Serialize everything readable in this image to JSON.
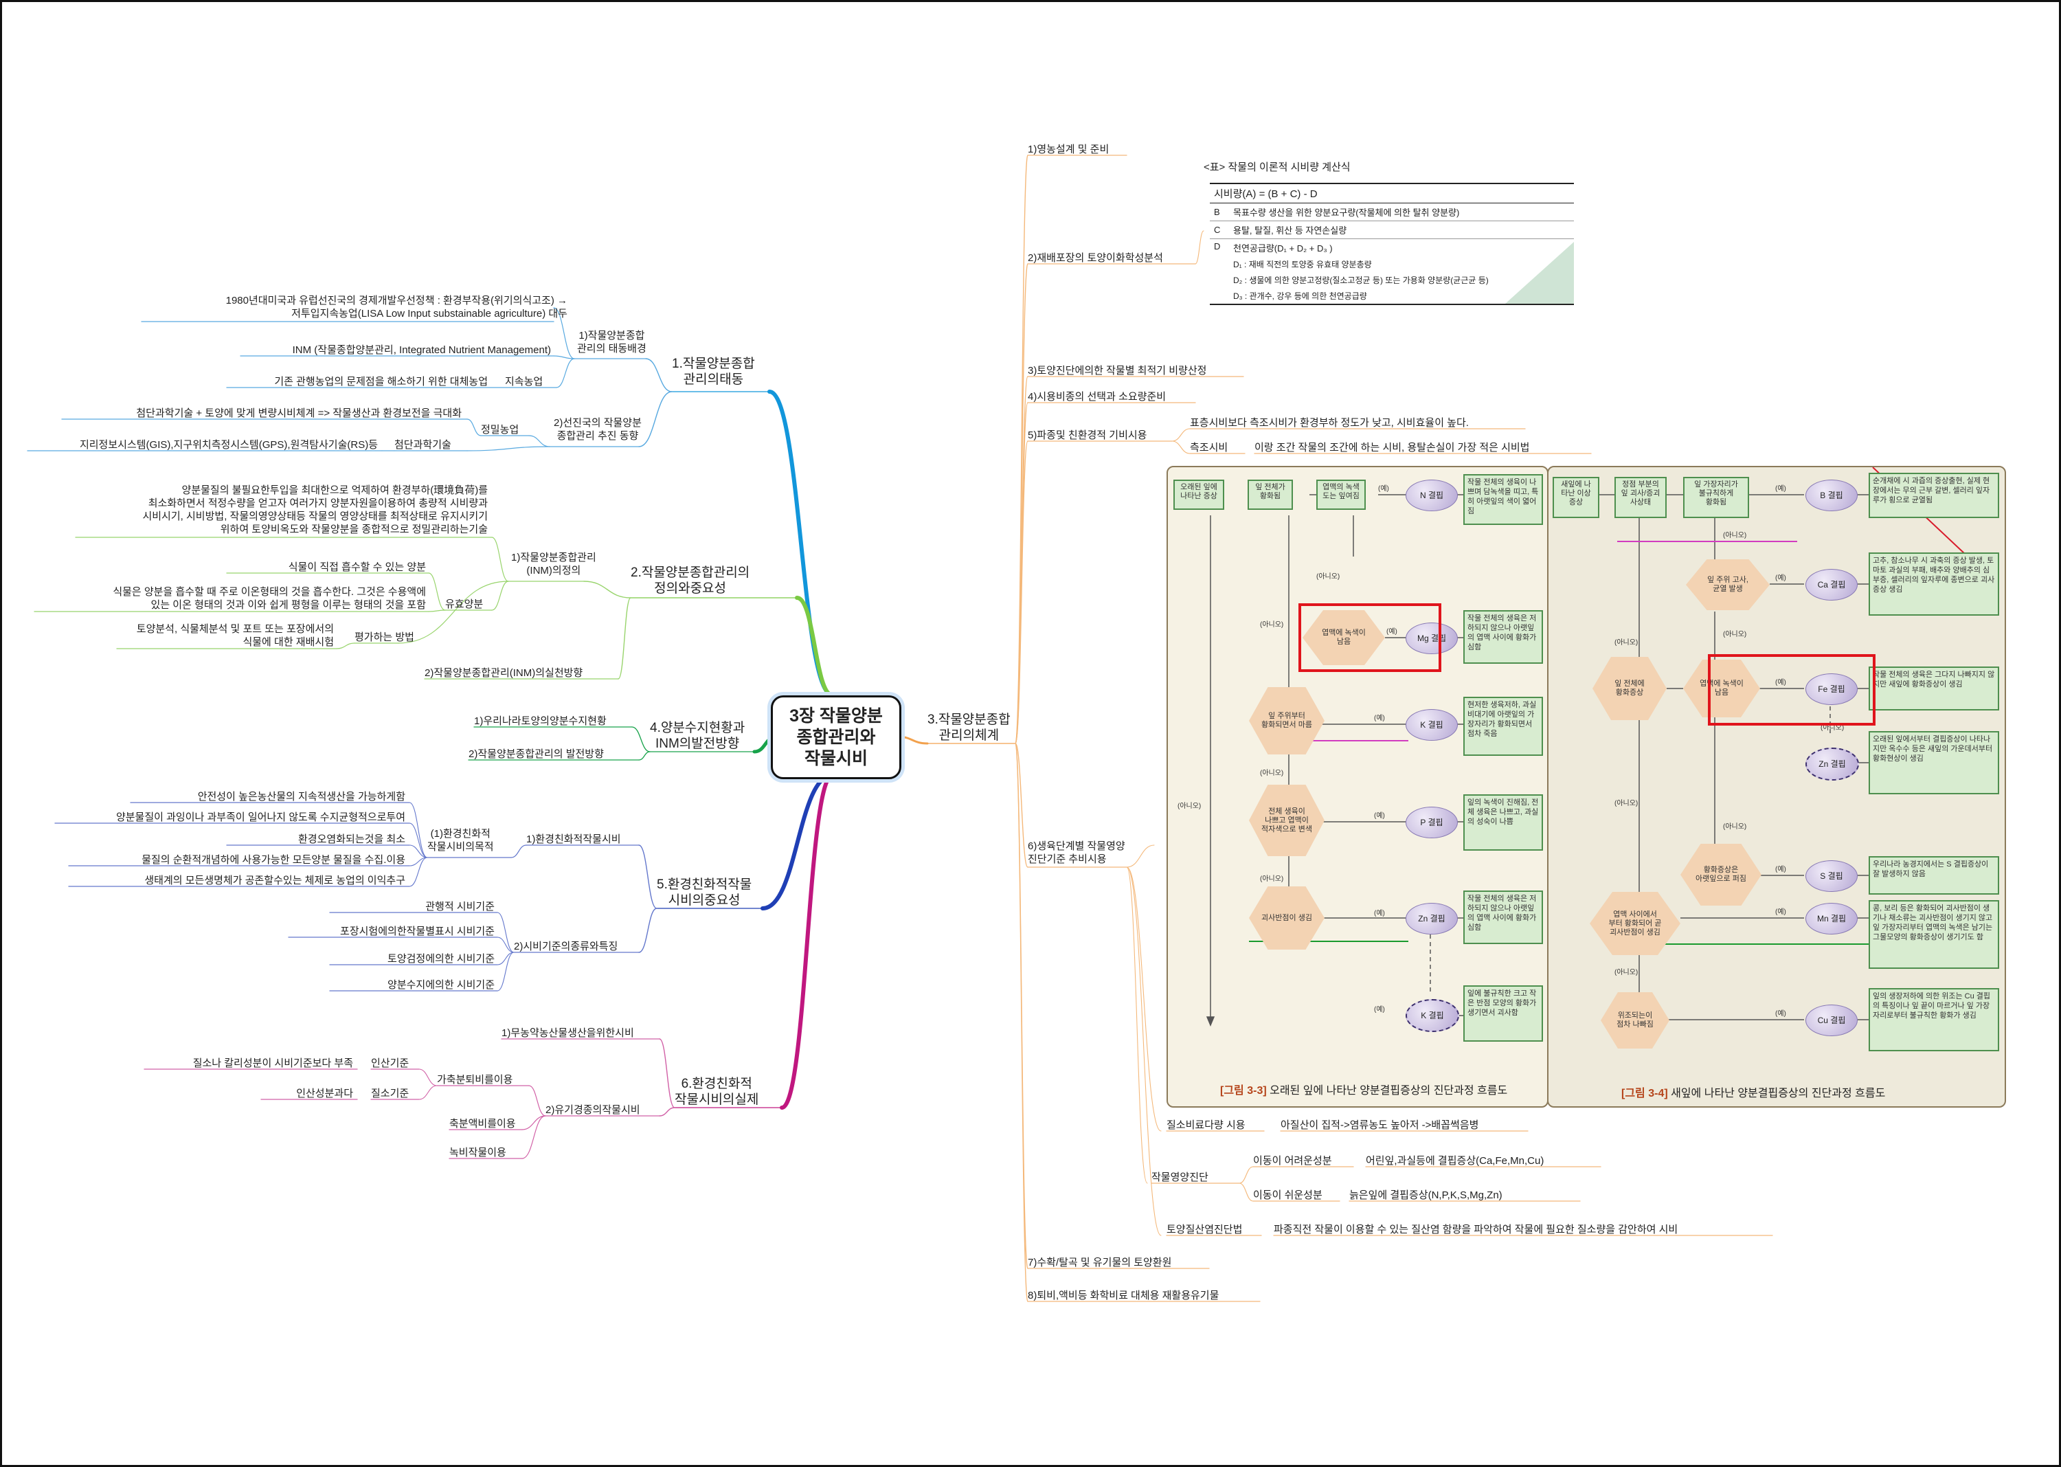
{
  "root": "3장 작물양분\n종합관리와\n작물시비",
  "left": {
    "b1": {
      "label": "1.작물양분종합\n관리의태동",
      "s1": "1)작물양분종합\n관리의 태동배경",
      "s1_items": [
        "1980년대미국과 유럽선진국의 경제개발우선정책 : 환경부작용(위기의식고조) →\n저투입지속농업(LISA Low Input substainable agriculture) 대두",
        "INM (작물종합양분관리, Integrated Nutrient Management)",
        "기존 관행농업의 문제점을 해소하기 위한 대체농업",
        "지속농업"
      ],
      "s2": "2)선진국의 작물양분\n종합관리 추진 동향",
      "s2a": "정밀농업",
      "s2a_item": "첨단과학기술 + 토양에 맞게 변량시비체계 => 작물생산과 환경보전을 극대화",
      "s2b": "첨단과학기술",
      "s2b_item": "지리정보시스템(GIS),지구위치측정시스템(GPS),원격탐사기술(RS)등"
    },
    "b2": {
      "label": "2.작물양분종합관리의\n정의와중요성",
      "s1": "1)작물양분종합관리\n(INM)의정의",
      "s1_item": "양분물질의 불필요한투입을 최대한으로 억제하여 환경부하(環境負荷)를\n최소화하면서 적정수량을 얻고자 여러가지 양분자원을이용하여 총량적 시비량과\n시비시기, 시비방법, 작물의영양상태등 작물의 영양상태를 최적상태로 유지시키기\n위하여 토양비옥도와 작물양분을 종합적으로 정밀관리하는기술",
      "s1b": "유효양분",
      "s1b_items": [
        "식물이 직접 흡수할 수 있는 양분",
        "식물은 양분을 흡수할 때 주로 이온형태의 것을 흡수한다. 그것은 수용액에\n있는 이온 형태의 것과 이와 쉽게 평형을 이루는 형태의 것을 포함"
      ],
      "s1c": "평가하는 방법",
      "s1c_item": "토양분석, 식물체분석 및 포트 또는 포장에서의\n식물에 대한 재배시험",
      "s2": "2)작물양분종합관리(INM)의실천방향"
    },
    "b4": {
      "label": "4.양분수지현황과\nINM의발전방향",
      "items": [
        "1)우리나라토양의양분수지현황",
        "2)작물양분종합관리의 발전방향"
      ]
    },
    "b5": {
      "label": "5.환경친화적작물\n시비의중요성",
      "s1": "1)환경친화적작물시비",
      "s1a": "(1)환경친화적\n작물시비의목적",
      "s1a_items": [
        "안전성이 높은농산물의 지속적생산을 가능하게함",
        "양분물질이 과잉이나 과부족이 일어나지 않도록 수지균형적으로투여",
        "환경오염화되는것을 최소",
        "물질의 순환적개념하에 사용가능한 모든양분 물질을 수집.이용",
        "생태계의 모든생명체가 공존할수있는 체제로 농업의 이익추구"
      ],
      "s2": "2)시비기준의종류와특징",
      "s2_items": [
        "관행적 시비기준",
        "포장시험에의한작물별표시 시비기준",
        "토양검정에의한 시비기준",
        "양분수지에의한 시비기준"
      ]
    },
    "b6": {
      "label": "6.환경친화적\n작물시비의실제",
      "s1": "1)무농약농산물생산을위한시비",
      "s2": "2)유기경종의작물시비",
      "s2a": "가축분퇴비를이용",
      "s2a1": "인산기준",
      "s2a1_item": "질소나 칼리성분이 시비기준보다 부족",
      "s2a2": "질소기준",
      "s2a2_item": "인산성분과다",
      "s2b": "축분액비를이용",
      "s2c": "녹비작물이용"
    }
  },
  "right": {
    "b3": {
      "label": "3.작물양분종합\n관리의체계"
    },
    "items": [
      "1)영농설계 및 준비",
      "2)재배포장의 토양이화학성분석",
      "3)토양진단에의한 작물별 최적기 비량산정",
      "4)시용비종의 선택과 소요량준비",
      "5)파종및 친환경적 기비시용",
      "6)생육단계별 작물영양\n진단기준 추비시용",
      "7)수확/탈곡 및 유기물의 토양환원",
      "8)퇴비,액비등 화학비료 대체용 재활용유기물"
    ],
    "item5_sub": [
      "표층시비보다 측조시비가 환경부하 정도가 낮고, 시비효율이 높다.",
      "측조시비",
      "이랑 조간 작물의 조간에 하는 시비, 용탈손실이 가장 적은 시비법"
    ],
    "item6_sub": {
      "a": "질소비료다량 시용",
      "a_item": "아질산이 집적->염류농도 높아저 ->배꼽썩음병",
      "b": "작물영양진단",
      "b1": "이동이 어려운성분",
      "b1_item": "어린잎,과실등에 결핍증상(Ca,Fe,Mn,Cu)",
      "b2": "이동이 쉬운성분",
      "b2_item": "늙은잎에 결핍증상(N,P,K,S,Mg,Zn)",
      "c": "토양질산염진단법",
      "c_item": "파종직전 작물이 이용할 수 있는 질산염 함량을 파악하여 작물에 필요한 질소량을 감안하여 시비"
    }
  },
  "calc_table": {
    "title": "<표> 작물의 이론적 시비량 계산식",
    "formula": "시비량(A) = (B + C) - D",
    "rows": [
      {
        "k": "B",
        "v": "목표수량 생산을 위한 양분요구량(작물체에 의한 탈취 양분량)"
      },
      {
        "k": "C",
        "v": "용탈, 탈질, 휘산 등 자연손실량"
      },
      {
        "k": "D",
        "v": "천연공급량(D₁ + D₂ + D₃ )"
      }
    ],
    "d_lines": [
      "D₁ : 재배 직전의 토양중 유효태 양분총량",
      "D₂ : 생물에 의한 양분고정량(질소고정균 등) 또는 가용화 양분량(균근균 등)",
      "D₃ : 관개수, 강우 등에 의한 천연공급량"
    ]
  },
  "figure_a": {
    "caption_num": "[그림 3-3]",
    "caption": " 오래된 잎에 나타난 양분결핍증상의 진단과정 흐름도",
    "start": "오래된 잎에\n나타난 증상",
    "hexes": [
      "잎 전체가\n황화됨",
      "엽맥의 녹색\n도는 잎여짐",
      "엽맥에 녹색이\n남음",
      "잎 주위부터\n황화되면서 마름",
      "전체 생육이\n나쁘고 엽맥이\n적자색으로 변색",
      "괴사반점이 생김"
    ],
    "ovals": [
      "N 결핍",
      "Mg 결핍",
      "K 결핍",
      "P 결핍",
      "Zn 결핍",
      "K 결핍"
    ],
    "notes": [
      "작물 전체의 생육이 나쁘며 담녹색을 띠고, 특히 아랫잎의 색이 엷어짐",
      "작물 전체의 생육은 저하되지 않으나 아랫잎의 엽맥 사이에 황화가 심함",
      "현저한 생육저하, 과실비대기에 아랫잎의 가장자리가 황화되면서 점차 죽음",
      "잎의 녹색이 진해짐, 전체 생육은 나쁘고, 과실의 성숙이 나쁨",
      "작물 전체의 생육은 저하되지 않으나 아랫잎의 엽맥 사이에 황화가 심함",
      "잎에 불규칙한 크고 작은 반점 모양의 황화가 생기면서 괴사함"
    ],
    "yes": "(예)",
    "no": "(아니오)"
  },
  "figure_b": {
    "caption_num": "[그림 3-4]",
    "caption": " 새잎에 나타난 양분결핍증상의 진단과정 흐름도",
    "start": "새잎에 나\n타난 이상\n증상",
    "hexes": [
      "정점 부분의\n잎 괴사/증괴\n사상태",
      "잎 가장자리가\n불규칙하게\n황화됨",
      "잎 주위 고사,\n균열 발생",
      "잎 전체에\n황화증상",
      "엽맥에 녹색이\n남음",
      "황화증상은\n아랫잎으로 퍼짐",
      "엽맥 사이에서\n부터 황화되어 곧\n괴사반점이 생김",
      "위조되는이\n점차 나빠짐"
    ],
    "ovals": [
      "B 결핍",
      "Ca 결핍",
      "Fe 결핍",
      "Zn 결핍",
      "S 결핍",
      "Mn 결핍",
      "Cu 결핍"
    ],
    "notes": [
      "순개채에 시 과즙의 증상출현, 실제 현장에서는 무의 근부 갈변, 셀러리 잎자루가 횡으로 균열됨",
      "고추, 참소나무 시 과축의 증상 발생, 토마토 과실의 부패, 배추와 양배추의 심부증, 셀러리의 잎자루에 종변으로 괴사증상 생김",
      "작물 전체의 생육은 그다지 나빠지지 않지만 새잎에 황화증상이 생김",
      "오래된 잎에서부터 결핍증상이 나타나지만 옥수수 등은 새잎의 가운데서부터 황화현상이 생김",
      "우리나라 농경지에서는 S 결핍증상이 잘 발생하지 않음",
      "콩, 보리 등은 황화되어 괴사반점이 생기나 채소류는 괴사반점이 생기지 않고 잎 가장자리부터 엽맥의 녹색은 남기는 그물모양의 황화증상이 생기기도 함",
      "잎의 생장저하에 의한 위조는 Cu 결핍의 특징이나 잎 끝이 마르거나 잎 가장자리로부터 불규칙한 황화가 생김"
    ],
    "yes": "(예)",
    "no": "(아니오)"
  },
  "colors": {
    "b1": "#1296db",
    "b2": "#7ac943",
    "b4": "#17a24a",
    "b5": "#1f3fb5",
    "b6": "#c0177f",
    "b3": "#f2a14d",
    "sub1": "#58a9e0",
    "sub2": "#98d46c",
    "sub5": "#6377cc",
    "sub6": "#d160a6",
    "sub3": "#f4b87a"
  }
}
